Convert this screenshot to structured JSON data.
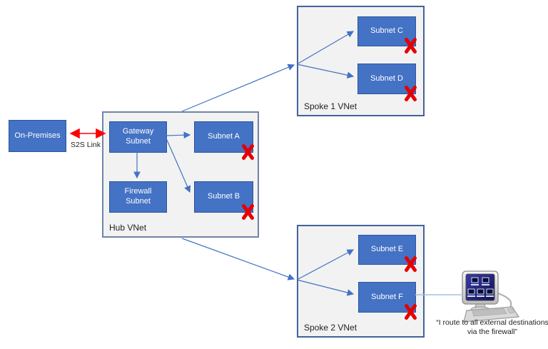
{
  "on_premises": {
    "label": "On-Premises"
  },
  "s2s_link": {
    "label": "S2S Link"
  },
  "hub_vnet": {
    "label": "Hub VNet",
    "gateway_subnet": "Gateway Subnet",
    "firewall_subnet": "Firewall Subnet",
    "subnet_a": "Subnet A",
    "subnet_b": "Subnet B"
  },
  "spoke1_vnet": {
    "label": "Spoke 1 VNet",
    "subnet_c": "Subnet C",
    "subnet_d": "Subnet D"
  },
  "spoke2_vnet": {
    "label": "Spoke 2 VNet",
    "subnet_e": "Subnet E",
    "subnet_f": "Subnet F"
  },
  "client_note": {
    "lines": [
      "“I route to all external destinations",
      "via the firewall”"
    ]
  },
  "crossed_subnets": [
    "Subnet A",
    "Subnet B",
    "Subnet C",
    "Subnet D",
    "Subnet E",
    "Subnet F"
  ],
  "connections": [
    "On-Premises <-> Gateway Subnet (S2S Link)",
    "Gateway Subnet -> Subnet A",
    "Gateway Subnet -> Subnet B",
    "Gateway Subnet -> Firewall Subnet",
    "Hub VNet -> Spoke 1 VNet -> Subnet C / Subnet D",
    "Hub VNet -> Spoke 2 VNet -> Subnet E / Subnet F",
    "Subnet F - client workstation"
  ],
  "colors": {
    "subnet_fill": "#4472C4",
    "subnet_border": "#2E569C",
    "container_fill": "#F2F2F2",
    "container_border": "#44619B",
    "connector_blue": "#4472C4",
    "connector_pale": "#9DC3E6",
    "s2s_red": "#FF0000",
    "cross_red": "#E60000"
  }
}
